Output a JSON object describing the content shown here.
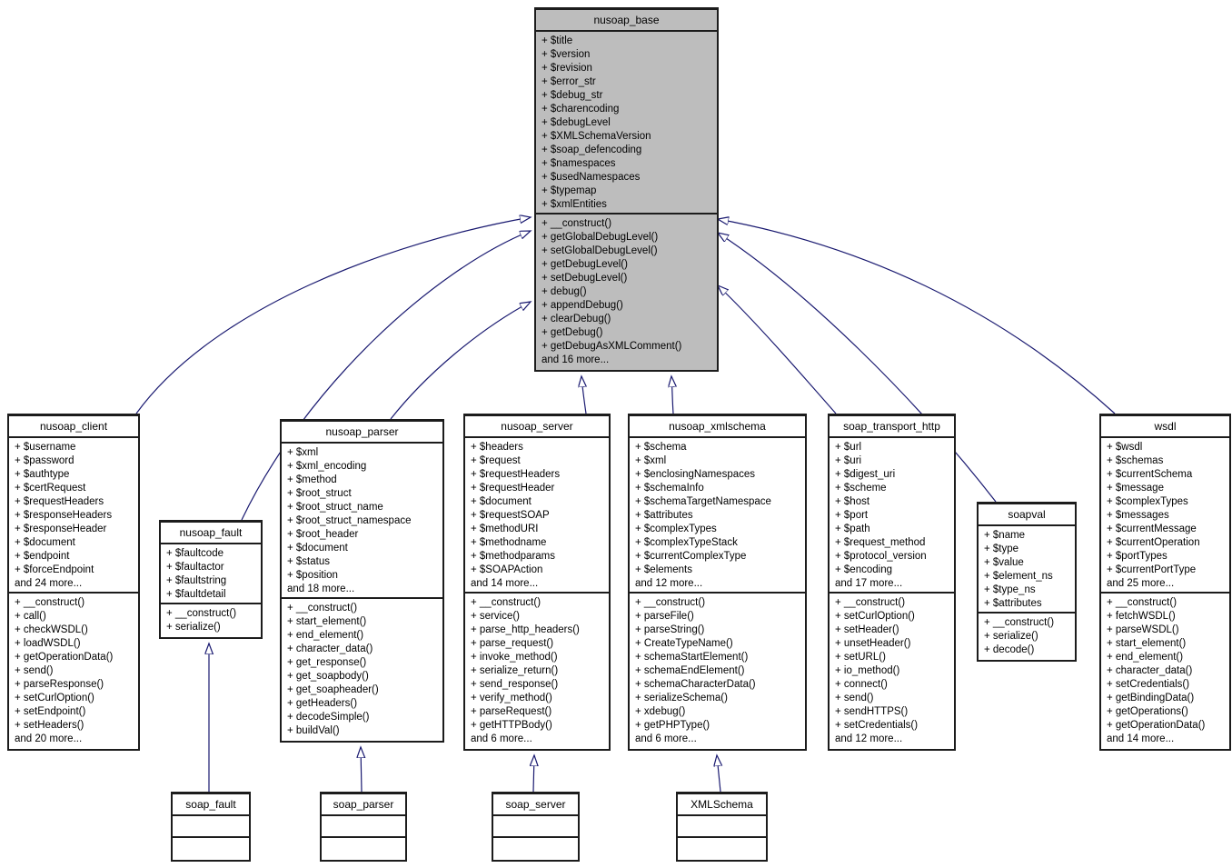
{
  "diagram_kind": "uml-class-inheritance",
  "edge_color": "#191970",
  "base_fill": "#bdbdbd",
  "classes": {
    "nusoap_base": {
      "name": "nusoap_base",
      "attributes": [
        "+ $title",
        "+ $version",
        "+ $revision",
        "+ $error_str",
        "+ $debug_str",
        "+ $charencoding",
        "+ $debugLevel",
        "+ $XMLSchemaVersion",
        "+ $soap_defencoding",
        "+ $namespaces",
        "+ $usedNamespaces",
        "+ $typemap",
        "+ $xmlEntities"
      ],
      "methods": [
        "+ __construct()",
        "+ getGlobalDebugLevel()",
        "+ setGlobalDebugLevel()",
        "+ getDebugLevel()",
        "+ setDebugLevel()",
        "+ debug()",
        "+ appendDebug()",
        "+ clearDebug()",
        "+ getDebug()",
        "+ getDebugAsXMLComment()",
        "and 16 more..."
      ]
    },
    "nusoap_client": {
      "name": "nusoap_client",
      "attributes": [
        "+ $username",
        "+ $password",
        "+ $authtype",
        "+ $certRequest",
        "+ $requestHeaders",
        "+ $responseHeaders",
        "+ $responseHeader",
        "+ $document",
        "+ $endpoint",
        "+ $forceEndpoint",
        "and 24 more..."
      ],
      "methods": [
        "+ __construct()",
        "+ call()",
        "+ checkWSDL()",
        "+ loadWSDL()",
        "+ getOperationData()",
        "+ send()",
        "+ parseResponse()",
        "+ setCurlOption()",
        "+ setEndpoint()",
        "+ setHeaders()",
        "and 20 more..."
      ]
    },
    "nusoap_fault": {
      "name": "nusoap_fault",
      "attributes": [
        "+ $faultcode",
        "+ $faultactor",
        "+ $faultstring",
        "+ $faultdetail"
      ],
      "methods": [
        "+ __construct()",
        "+ serialize()"
      ]
    },
    "nusoap_parser": {
      "name": "nusoap_parser",
      "attributes": [
        "+ $xml",
        "+ $xml_encoding",
        "+ $method",
        "+ $root_struct",
        "+ $root_struct_name",
        "+ $root_struct_namespace",
        "+ $root_header",
        "+ $document",
        "+ $status",
        "+ $position",
        "and 18 more..."
      ],
      "methods": [
        "+ __construct()",
        "+ start_element()",
        "+ end_element()",
        "+ character_data()",
        "+ get_response()",
        "+ get_soapbody()",
        "+ get_soapheader()",
        "+ getHeaders()",
        "+ decodeSimple()",
        "+ buildVal()"
      ]
    },
    "nusoap_server": {
      "name": "nusoap_server",
      "attributes": [
        "+ $headers",
        "+ $request",
        "+ $requestHeaders",
        "+ $requestHeader",
        "+ $document",
        "+ $requestSOAP",
        "+ $methodURI",
        "+ $methodname",
        "+ $methodparams",
        "+ $SOAPAction",
        "and 14 more..."
      ],
      "methods": [
        "+ __construct()",
        "+ service()",
        "+ parse_http_headers()",
        "+ parse_request()",
        "+ invoke_method()",
        "+ serialize_return()",
        "+ send_response()",
        "+ verify_method()",
        "+ parseRequest()",
        "+ getHTTPBody()",
        "and 6 more..."
      ]
    },
    "nusoap_xmlschema": {
      "name": "nusoap_xmlschema",
      "attributes": [
        "+ $schema",
        "+ $xml",
        "+ $enclosingNamespaces",
        "+ $schemaInfo",
        "+ $schemaTargetNamespace",
        "+ $attributes",
        "+ $complexTypes",
        "+ $complexTypeStack",
        "+ $currentComplexType",
        "+ $elements",
        "and 12 more..."
      ],
      "methods": [
        "+ __construct()",
        "+ parseFile()",
        "+ parseString()",
        "+ CreateTypeName()",
        "+ schemaStartElement()",
        "+ schemaEndElement()",
        "+ schemaCharacterData()",
        "+ serializeSchema()",
        "+ xdebug()",
        "+ getPHPType()",
        "and 6 more..."
      ]
    },
    "soap_transport_http": {
      "name": "soap_transport_http",
      "attributes": [
        "+ $url",
        "+ $uri",
        "+ $digest_uri",
        "+ $scheme",
        "+ $host",
        "+ $port",
        "+ $path",
        "+ $request_method",
        "+ $protocol_version",
        "+ $encoding",
        "and 17 more..."
      ],
      "methods": [
        "+ __construct()",
        "+ setCurlOption()",
        "+ setHeader()",
        "+ unsetHeader()",
        "+ setURL()",
        "+ io_method()",
        "+ connect()",
        "+ send()",
        "+ sendHTTPS()",
        "+ setCredentials()",
        "and 12 more..."
      ]
    },
    "soapval": {
      "name": "soapval",
      "attributes": [
        "+ $name",
        "+ $type",
        "+ $value",
        "+ $element_ns",
        "+ $type_ns",
        "+ $attributes"
      ],
      "methods": [
        "+ __construct()",
        "+ serialize()",
        "+ decode()"
      ]
    },
    "wsdl": {
      "name": "wsdl",
      "attributes": [
        "+ $wsdl",
        "+ $schemas",
        "+ $currentSchema",
        "+ $message",
        "+ $complexTypes",
        "+ $messages",
        "+ $currentMessage",
        "+ $currentOperation",
        "+ $portTypes",
        "+ $currentPortType",
        "and 25 more..."
      ],
      "methods": [
        "+ __construct()",
        "+ fetchWSDL()",
        "+ parseWSDL()",
        "+ start_element()",
        "+ end_element()",
        "+ character_data()",
        "+ setCredentials()",
        "+ getBindingData()",
        "+ getOperations()",
        "+ getOperationData()",
        "and 14 more..."
      ]
    },
    "soap_fault": {
      "name": "soap_fault",
      "attributes": [],
      "methods": []
    },
    "soap_parser": {
      "name": "soap_parser",
      "attributes": [],
      "methods": []
    },
    "soap_server": {
      "name": "soap_server",
      "attributes": [],
      "methods": []
    },
    "XMLSchema": {
      "name": "XMLSchema",
      "attributes": [],
      "methods": []
    }
  },
  "edges": [
    {
      "from": "nusoap_client",
      "to": "nusoap_base"
    },
    {
      "from": "nusoap_fault",
      "to": "nusoap_base"
    },
    {
      "from": "nusoap_parser",
      "to": "nusoap_base"
    },
    {
      "from": "nusoap_server",
      "to": "nusoap_base"
    },
    {
      "from": "nusoap_xmlschema",
      "to": "nusoap_base"
    },
    {
      "from": "soap_transport_http",
      "to": "nusoap_base"
    },
    {
      "from": "soapval",
      "to": "nusoap_base"
    },
    {
      "from": "wsdl",
      "to": "nusoap_base"
    },
    {
      "from": "soap_fault",
      "to": "nusoap_fault"
    },
    {
      "from": "soap_parser",
      "to": "nusoap_parser"
    },
    {
      "from": "soap_server",
      "to": "nusoap_server"
    },
    {
      "from": "XMLSchema",
      "to": "nusoap_xmlschema"
    }
  ]
}
